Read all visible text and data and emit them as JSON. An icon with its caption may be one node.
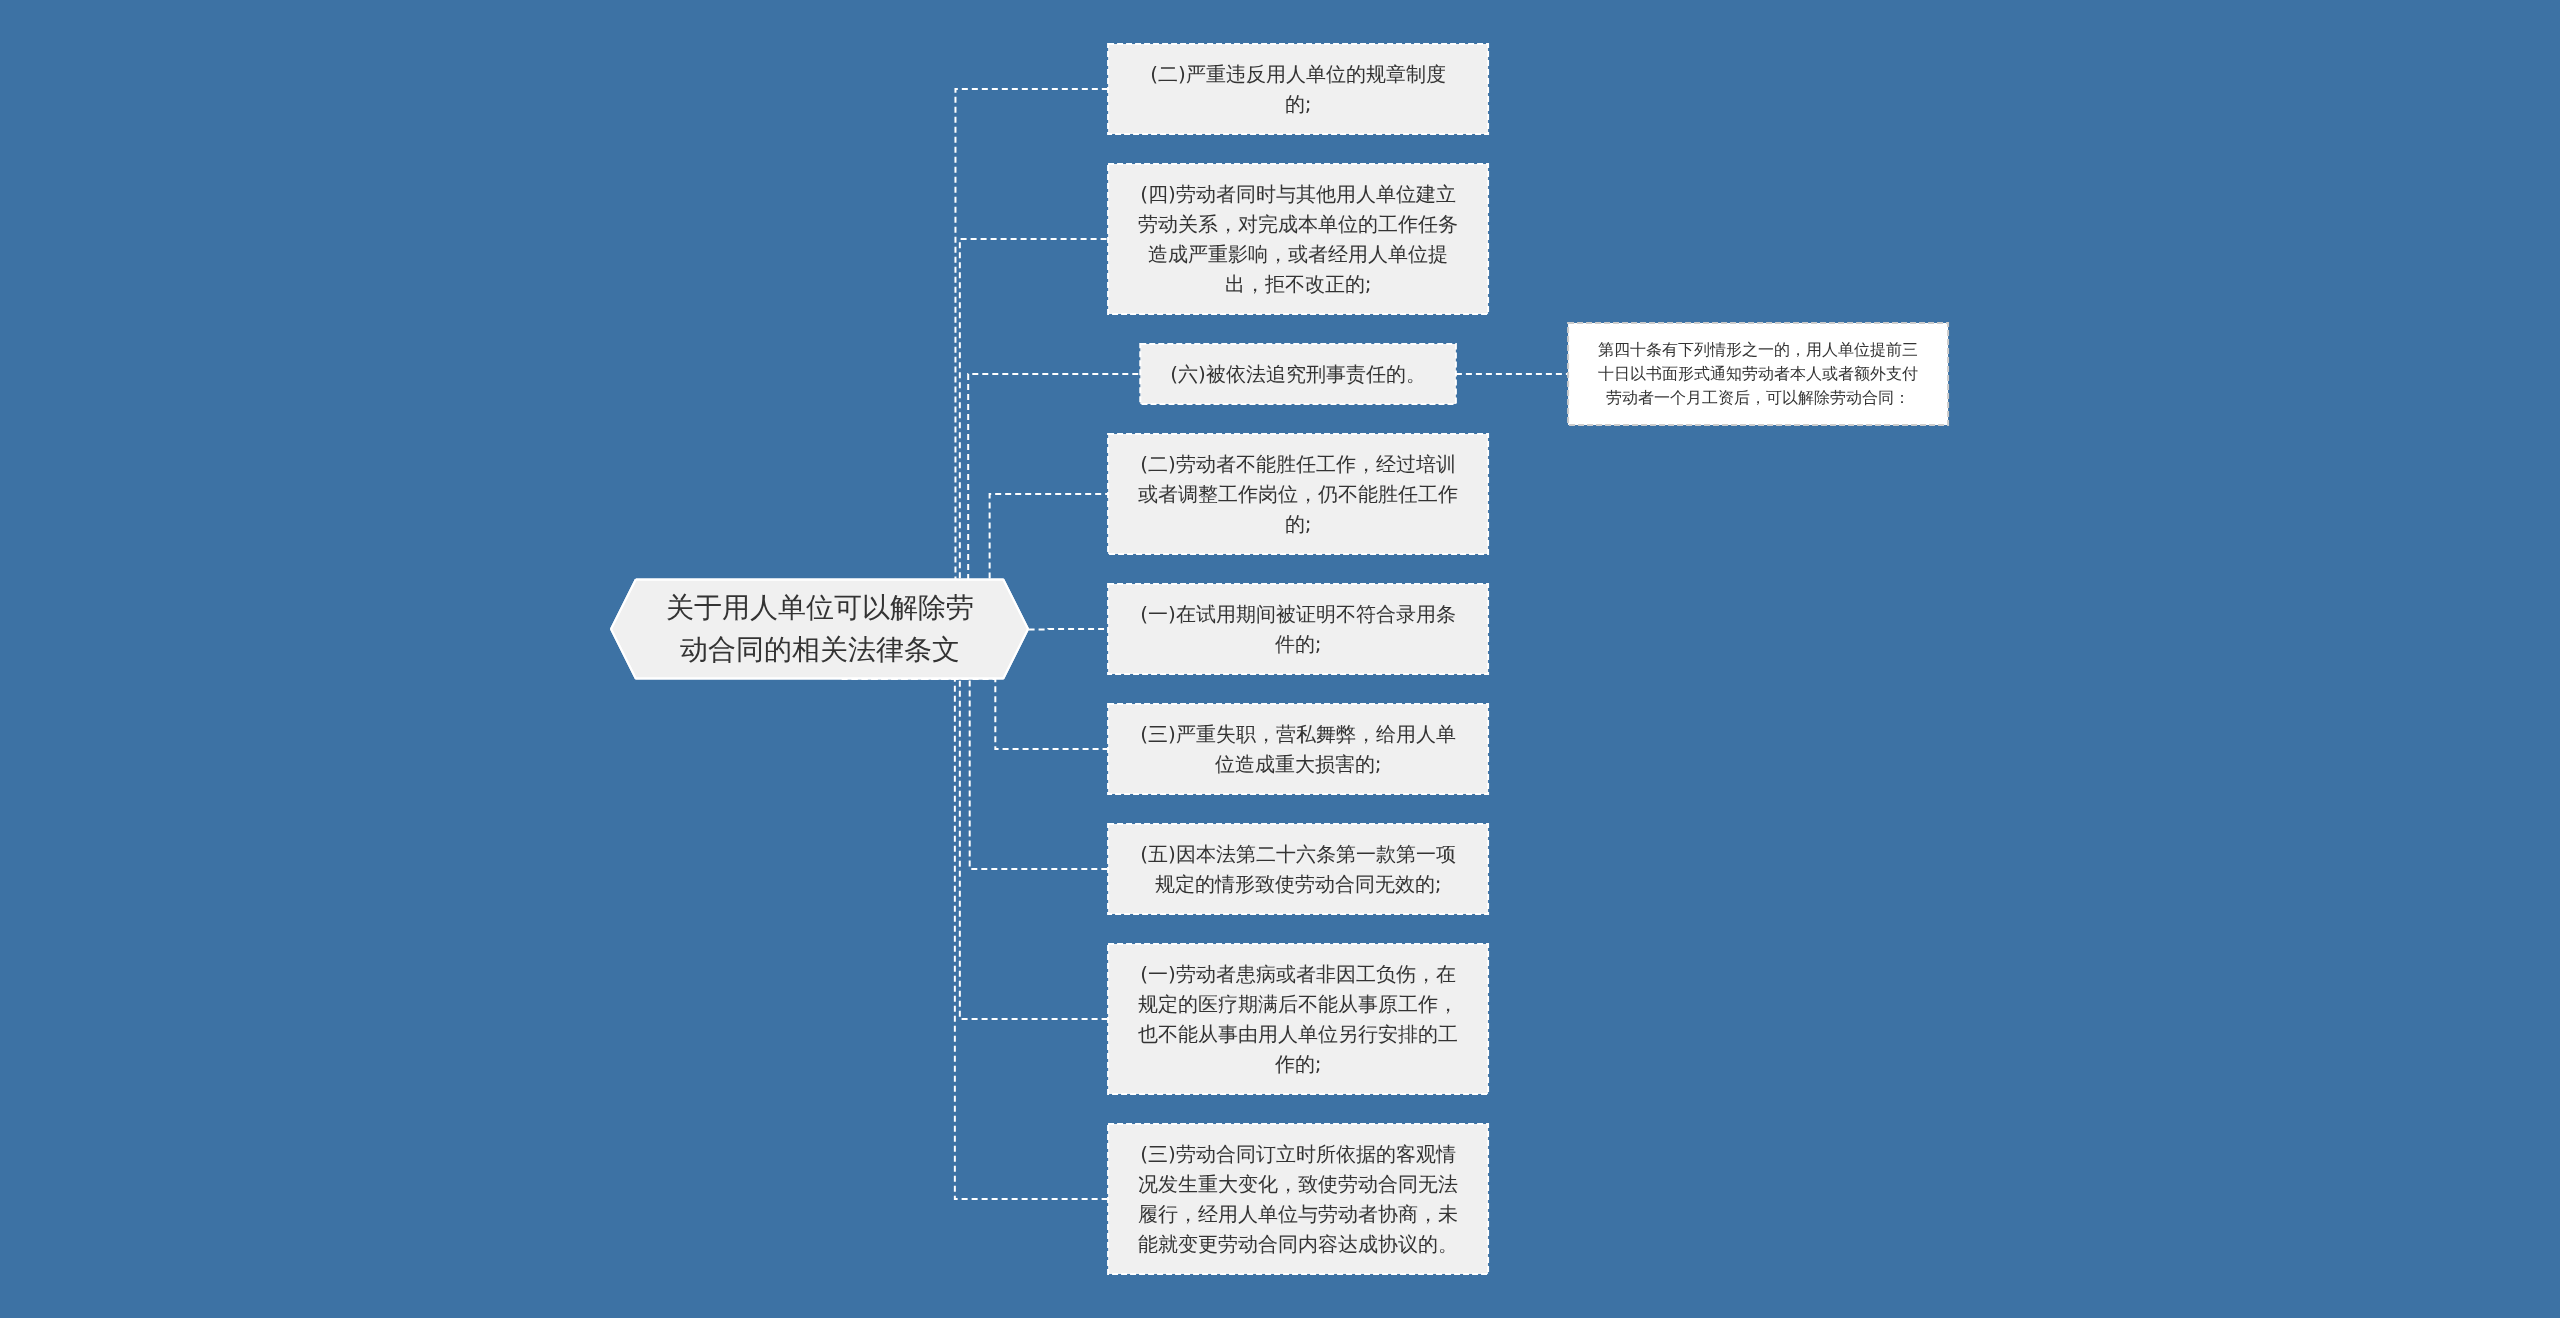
{
  "diagram": {
    "nodes": [
      {
        "text": [
          "关于用人单位可以解除劳动合同的相关法律条文"
        ]
      },
      {
        "text": [
          "(二)严重违反用人单位的规章制度的;"
        ]
      },
      {
        "text": [
          "(四)劳动者同时与其他用人单位建立劳动关系，对完成本单位的工作任务造成严重影响，或者经用人单位提出，拒不改正的;"
        ]
      },
      {
        "text": [
          "(六)被依法追究刑事责任的。"
        ]
      },
      {
        "text": [
          "(二)劳动者不能胜任工作，经过培训或者调整工作岗位，仍不能胜任工作的;"
        ]
      },
      {
        "text": [
          "第四十条有下列情形之一的，用人单位提前三十日以书面形式通知劳动者本人或者额外支付劳动者一个月工资后，可以解除劳动合同："
        ]
      },
      {
        "text": [
          "(一)在试用期间被证明不符合录用条件的;"
        ]
      },
      {
        "text": [
          "(三)严重失职，营私舞弊，给用人单位造成重大损害的;"
        ]
      },
      {
        "text": [
          "(五)因本法第二十六条第一款第一项规定的情形致使劳动合同无效的;"
        ]
      },
      {
        "text": [
          "(一)劳动者患病或者非因工负伤，在规定的医疗期满后不能从事原工作，也不能从事由用人单位另行安排的工作的;"
        ]
      },
      {
        "text": [
          "(三)劳动合同订立时所依据的客观情况发生重大变化，致使劳动合同无法履行，经用人单位与劳动者协商，未能就变更劳动合同内容达成协议的。"
        ]
      }
    ],
    "edges": [
      {
        "from": 0,
        "to": 1,
        "arrow": "none",
        "style": "dashed"
      },
      {
        "from": 0,
        "to": 2,
        "arrow": "none",
        "style": "dashed"
      },
      {
        "from": 0,
        "to": 3,
        "arrow": "none",
        "style": "dashed"
      },
      {
        "from": 0,
        "to": 4,
        "arrow": "none",
        "style": "dashed"
      },
      {
        "from": 3,
        "to": 5,
        "arrow": "none",
        "style": "dashed"
      },
      {
        "from": 0,
        "to": 6,
        "arrow": "none",
        "style": "dashed"
      },
      {
        "from": 0,
        "to": 7,
        "arrow": "none",
        "style": "dashed"
      },
      {
        "from": 0,
        "to": 8,
        "arrow": "none",
        "style": "dashed"
      },
      {
        "from": 0,
        "to": 9,
        "arrow": "none",
        "style": "dashed"
      },
      {
        "from": 0,
        "to": 10,
        "arrow": "none",
        "style": "dashed"
      }
    ]
  }
}
